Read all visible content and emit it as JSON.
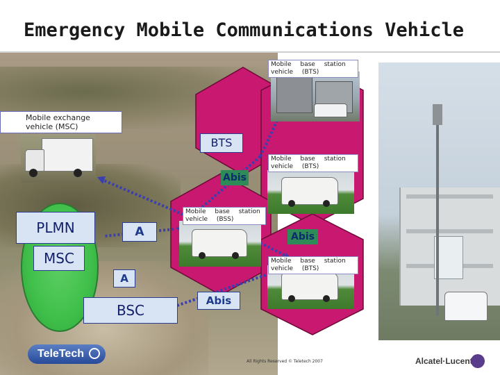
{
  "title": "Emergency Mobile Communications Vehicle",
  "labels": {
    "bts_top": "Mobile base station vehicle (BTS)",
    "msc_vehicle": "Mobile exchange vehicle (MSC)",
    "bts_mid": "Mobile base station vehicle (BTS)",
    "bss": "Mobile base station vehicle (BSS)",
    "bts_low": "Mobile base station vehicle (BTS)"
  },
  "nodes": {
    "bts": "BTS",
    "plmn": "PLMN",
    "msc": "MSC",
    "bsc": "BSC"
  },
  "interfaces": {
    "abis_1": "Abis",
    "abis_2": "Abis",
    "abis_3": "Abis",
    "a_1": "A",
    "a_2": "A"
  },
  "footer": {
    "teletech": "TeleTech",
    "copyright": "All Rights Reserved © Teletech 2007",
    "vendor": "Alcatel·Lucent"
  },
  "colors": {
    "hex_fill": "#c8186f",
    "hex_stroke": "#6b0a36",
    "msc_green": "#3fbf4a",
    "blue_box": "#d8e3f3"
  }
}
